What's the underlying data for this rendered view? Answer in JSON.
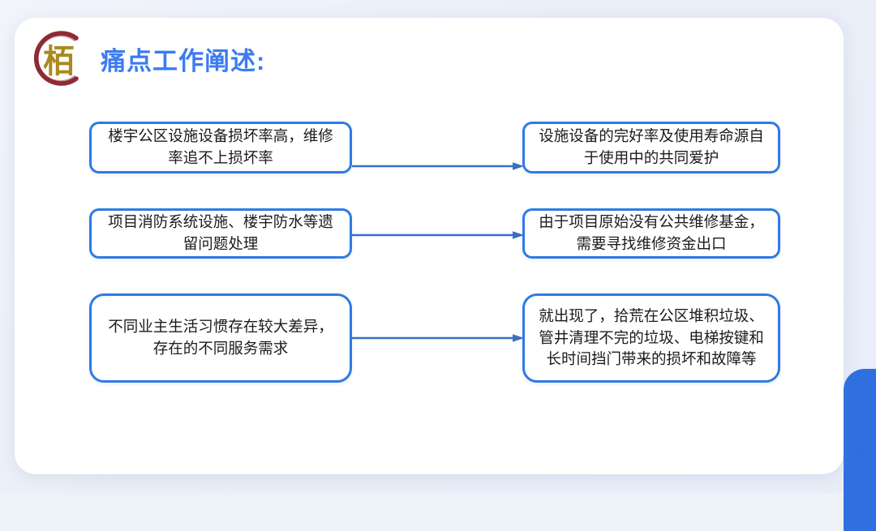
{
  "slide": {
    "title": "痛点工作阐述:",
    "logo_character": "栢",
    "accent_color": "#3d7bf0",
    "node_border_color": "#2f7ae5",
    "arrow_color": "#3a6fc4",
    "logo_ring_color": "#8e2a35",
    "logo_char_color": "#a98a1f",
    "card_background": "#ffffff",
    "page_background": "#eef2f9",
    "decoration_color": "#2f6fe0"
  },
  "flow": {
    "rows": [
      {
        "cause": "楼宇公区设施设备损坏率高，维修率追不上损坏率",
        "effect": "设施设备的完好率及使用寿命源自于使用中的共同爱护",
        "arrow": "arrow-right-icon"
      },
      {
        "cause": "项目消防系统设施、楼宇防水等遗留问题处理",
        "effect": "由于项目原始没有公共维修基金，需要寻找维修资金出口",
        "arrow": "arrow-right-icon"
      },
      {
        "cause": "不同业主生活习惯存在较大差异，存在的不同服务需求",
        "effect": "就出现了，拾荒在公区堆积垃圾、管井清理不完的垃圾、电梯按键和长时间挡门带来的损坏和故障等",
        "arrow": "arrow-right-icon"
      }
    ]
  }
}
